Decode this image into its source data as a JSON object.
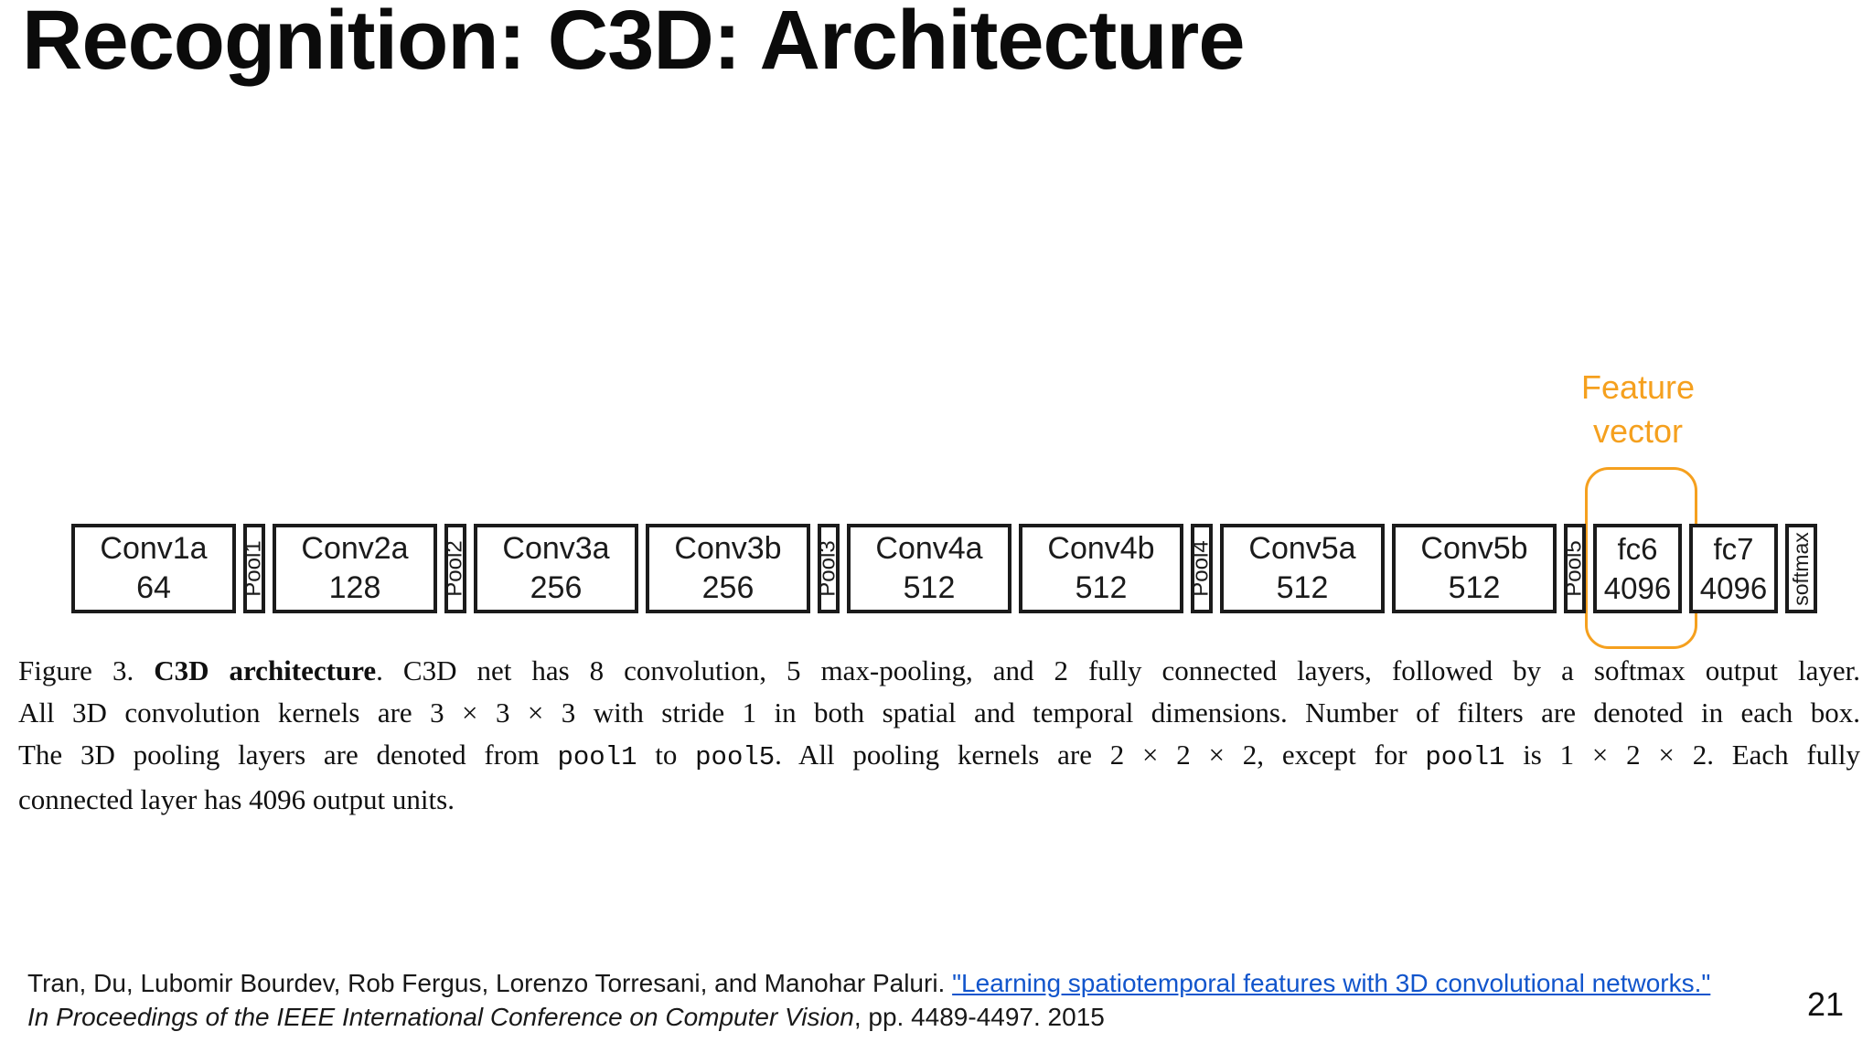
{
  "slide": {
    "title": "Recognition: C3D: Architecture",
    "page_number": "21"
  },
  "diagram": {
    "feature_annotation": {
      "line1": "Feature",
      "line2": "vector",
      "color": "#F5A01E",
      "highlighted_layer": "fc6"
    },
    "layers": [
      {
        "type": "conv",
        "name": "Conv1a",
        "filters": "64"
      },
      {
        "type": "pool",
        "name": "Pool1"
      },
      {
        "type": "conv",
        "name": "Conv2a",
        "filters": "128"
      },
      {
        "type": "pool",
        "name": "Pool2"
      },
      {
        "type": "conv",
        "name": "Conv3a",
        "filters": "256"
      },
      {
        "type": "conv",
        "name": "Conv3b",
        "filters": "256"
      },
      {
        "type": "pool",
        "name": "Pool3"
      },
      {
        "type": "conv",
        "name": "Conv4a",
        "filters": "512"
      },
      {
        "type": "conv",
        "name": "Conv4b",
        "filters": "512"
      },
      {
        "type": "pool",
        "name": "Pool4"
      },
      {
        "type": "conv",
        "name": "Conv5a",
        "filters": "512"
      },
      {
        "type": "conv",
        "name": "Conv5b",
        "filters": "512"
      },
      {
        "type": "pool",
        "name": "Pool5"
      },
      {
        "type": "fc",
        "name": "fc6",
        "filters": "4096",
        "highlighted": true
      },
      {
        "type": "fc",
        "name": "fc7",
        "filters": "4096"
      },
      {
        "type": "softmax",
        "name": "softmax"
      }
    ]
  },
  "caption": {
    "lines": [
      [
        {
          "text": "Figure 3. ",
          "style": "normal"
        },
        {
          "text": "C3D architecture",
          "style": "bold"
        },
        {
          "text": ". C3D net has 8 convolution, 5 max-pooling, and 2 fully connected layers, followed by a softmax output layer.",
          "style": "normal"
        }
      ],
      [
        {
          "text": "All 3D convolution kernels are 3 × 3 × 3 with stride 1 in both spatial and temporal dimensions. Number of filters are denoted in each box.",
          "style": "normal"
        }
      ],
      [
        {
          "text": "The 3D pooling layers are denoted from ",
          "style": "normal"
        },
        {
          "text": "pool1",
          "style": "mono"
        },
        {
          "text": " to ",
          "style": "normal"
        },
        {
          "text": "pool5",
          "style": "mono"
        },
        {
          "text": ". All pooling kernels are 2 × 2 × 2, except for ",
          "style": "normal"
        },
        {
          "text": "pool1",
          "style": "mono"
        },
        {
          "text": " is 1 × 2 × 2. Each fully",
          "style": "normal"
        }
      ],
      [
        {
          "text": "connected layer has 4096 output units.",
          "style": "normal"
        }
      ]
    ]
  },
  "citation": {
    "link_color": "#1155CC",
    "lines": [
      [
        {
          "text": "Tran, Du, Lubomir Bourdev, Rob Fergus, Lorenzo Torresani, and Manohar Paluri. ",
          "style": "normal"
        },
        {
          "text": "\"Learning spatiotemporal features with 3D convolutional networks.\"",
          "style": "link"
        }
      ],
      [
        {
          "text": "In ",
          "style": "italic"
        },
        {
          "text": "Proceedings of the IEEE International Conference on Computer Vision",
          "style": "italic"
        },
        {
          "text": ", pp. 4489-4497. 2015",
          "style": "normal"
        }
      ]
    ]
  }
}
